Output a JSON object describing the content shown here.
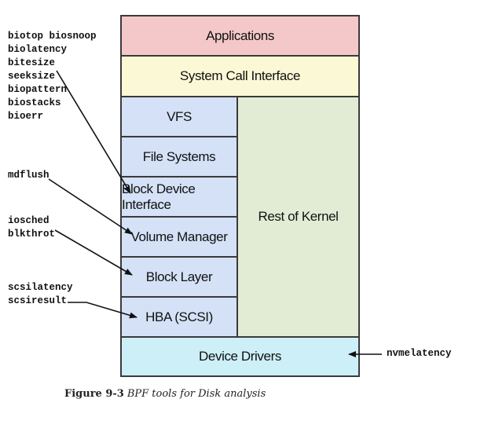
{
  "layers": {
    "applications": "Applications",
    "syscall": "System Call Interface",
    "vfs": "VFS",
    "filesystems": "File Systems",
    "blockdev": "Block Device Interface",
    "volmgr": "Volume Manager",
    "blocklayer": "Block Layer",
    "hba": "HBA (SCSI)",
    "rest": "Rest of Kernel",
    "drivers": "Device Drivers"
  },
  "tools": {
    "group1": [
      "biotop biosnoop",
      "biolatency",
      "bitesize",
      "seeksize",
      "biopattern",
      "biostacks",
      "bioerr"
    ],
    "group2": [
      "mdflush"
    ],
    "group3": [
      "iosched",
      "blkthrot"
    ],
    "group4": [
      "scsilatency",
      "scsiresult"
    ],
    "group5": [
      "nvmelatency"
    ]
  },
  "caption": {
    "label": "Figure 9-3",
    "text": "BPF tools for Disk analysis"
  },
  "colors": {
    "applications": "#f4c8c8",
    "syscall": "#fbf8d6",
    "kernel_left": "#d4e1f6",
    "rest_of_kernel": "#e2ecd5",
    "drivers": "#cdeff7"
  }
}
